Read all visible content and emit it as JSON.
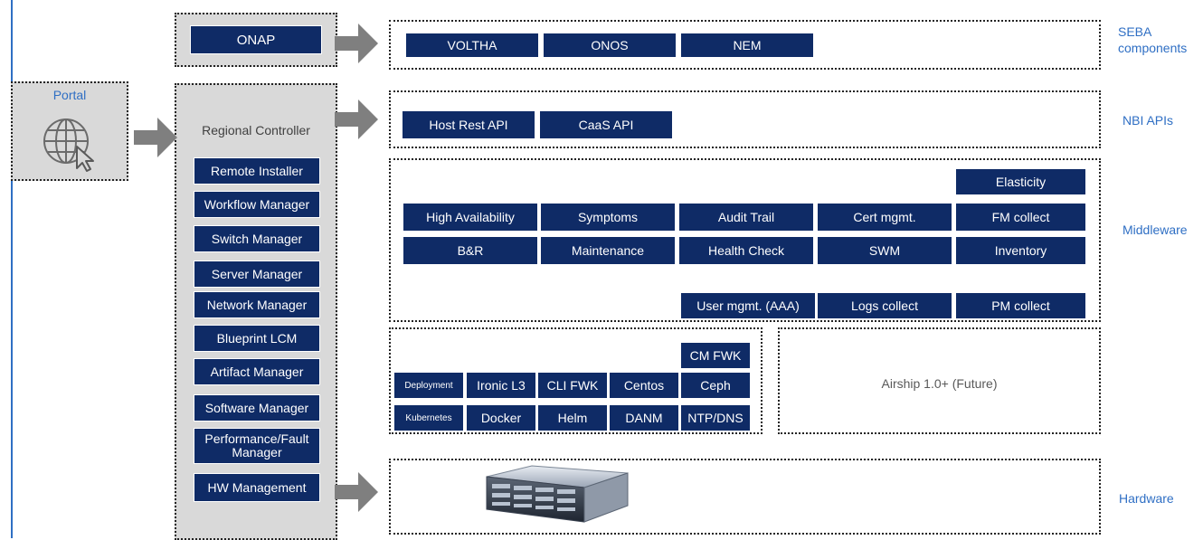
{
  "colors": {
    "navy": "#0f2b66",
    "accent_blue": "#2f6fc4",
    "gray": "#d9d9d9",
    "arrow": "#7f7f7f"
  },
  "onap": {
    "label": "ONAP"
  },
  "portal": {
    "label": "Portal",
    "icon": "globe-cursor-icon"
  },
  "controller": {
    "title": "Regional Controller",
    "items": [
      "Remote Installer",
      "Workflow Manager",
      "Switch Manager",
      "Server Manager",
      "Network Manager",
      "Blueprint LCM",
      "Artifact Manager",
      "Software Manager",
      "Performance/Fault Manager",
      "HW Management"
    ]
  },
  "seba": {
    "items": [
      "VOLTHA",
      "ONOS",
      "NEM"
    ],
    "side_label": "SEBA components"
  },
  "nbi": {
    "items": [
      "Host Rest API",
      "CaaS API"
    ],
    "side_label": "NBI APIs"
  },
  "middleware": {
    "side_label": "Middleware",
    "row0": [
      "Elasticity"
    ],
    "row1": [
      "High Availability",
      "Symptoms",
      "Audit Trail",
      "Cert mgmt.",
      "FM collect"
    ],
    "row2": [
      "B&R",
      "Maintenance",
      "Health Check",
      "SWM",
      "Inventory"
    ],
    "row3": [
      "User mgmt. (AAA)",
      "Logs collect",
      "PM collect"
    ]
  },
  "platform": {
    "top": [
      "CM FWK"
    ],
    "row1": [
      "Deployment",
      "Ironic L3",
      "CLI FWK",
      "Centos",
      "Ceph"
    ],
    "row2": [
      "Kubernetes",
      "Docker",
      "Helm",
      "DANM",
      "NTP/DNS"
    ]
  },
  "airship": {
    "label": "Airship 1.0+ (Future)"
  },
  "hardware": {
    "side_label": "Hardware",
    "image": "server-chassis"
  }
}
